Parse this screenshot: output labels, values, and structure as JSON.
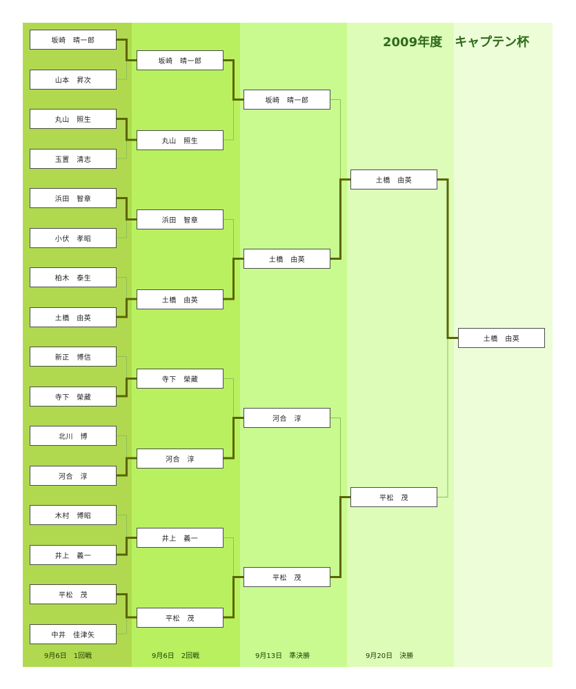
{
  "title": "2009年度　キャプテン杯",
  "rounds": {
    "r1": {
      "label": "9月6日　1回戦",
      "players": [
        "坂崎　晴一郎",
        "山本　昇次",
        "丸山　照生",
        "玉置　清志",
        "浜田　智章",
        "小伏　孝昭",
        "柏木　泰生",
        "土橋　由英",
        "新正　博信",
        "寺下　榮藏",
        "北川　博",
        "河合　淳",
        "木村　博昭",
        "井上　義一",
        "平松　茂",
        "中井　佳津矢"
      ]
    },
    "r2": {
      "label": "9月6日　2回戦",
      "players": [
        "坂崎　晴一郎",
        "丸山　照生",
        "浜田　智章",
        "土橋　由英",
        "寺下　榮藏",
        "河合　淳",
        "井上　義一",
        "平松　茂"
      ]
    },
    "r3": {
      "label": "9月13日　準決勝",
      "players": [
        "坂崎　晴一郎",
        "土橋　由英",
        "河合　淳",
        "平松　茂"
      ]
    },
    "r4": {
      "label": "9月20日　決勝",
      "players": [
        "土橋　由英",
        "平松　茂"
      ]
    },
    "r5": {
      "players": [
        "土橋　由英"
      ]
    }
  },
  "winners": {
    "r1": [
      0,
      2,
      4,
      7,
      9,
      11,
      13,
      14
    ],
    "r2": [
      0,
      3,
      5,
      7
    ],
    "r3": [
      1,
      3
    ],
    "r4": [
      0
    ]
  },
  "colors": {
    "winner_line": "#5a6400",
    "loser_line": "#8fbf55"
  }
}
